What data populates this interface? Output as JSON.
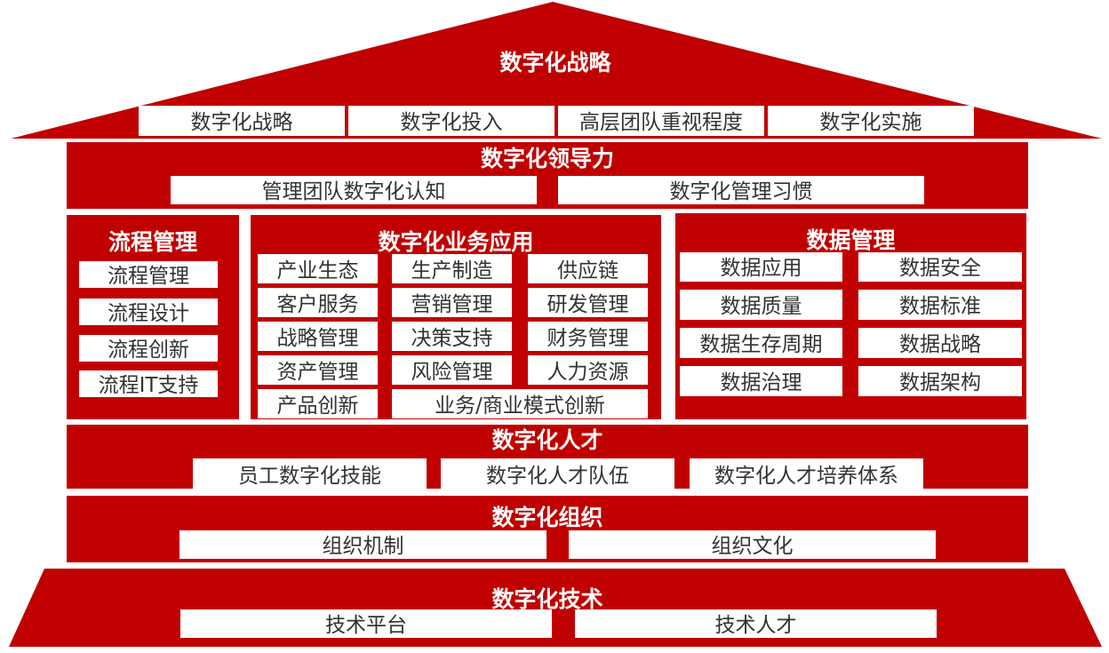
{
  "colors": {
    "primary": "#c00000",
    "box": "#ffffff",
    "text": "#333333"
  },
  "roof": {
    "title": "数字化战略",
    "items": [
      "数字化战略",
      "数字化投入",
      "高层团队重视程度",
      "数字化实施"
    ]
  },
  "leadership": {
    "title": "数字化领导力",
    "items": [
      "管理团队数字化认知",
      "数字化管理习惯"
    ]
  },
  "process": {
    "title": "流程管理",
    "items": [
      "流程管理",
      "流程设计",
      "流程创新",
      "流程IT支持"
    ]
  },
  "business": {
    "title": "数字化业务应用",
    "items": [
      "产业生态",
      "生产制造",
      "供应链",
      "客户服务",
      "营销管理",
      "研发管理",
      "战略管理",
      "决策支持",
      "财务管理",
      "资产管理",
      "风险管理",
      "人力资源",
      "产品创新",
      "业务/商业模式创新"
    ]
  },
  "data_mgmt": {
    "title": "数据管理",
    "items": [
      "数据应用",
      "数据安全",
      "数据质量",
      "数据标准",
      "数据生存周期",
      "数据战略",
      "数据治理",
      "数据架构"
    ]
  },
  "talent": {
    "title": "数字化人才",
    "items": [
      "员工数字化技能",
      "数字化人才队伍",
      "数字化人才培养体系"
    ]
  },
  "organization": {
    "title": "数字化组织",
    "items": [
      "组织机制",
      "组织文化"
    ]
  },
  "technology": {
    "title": "数字化技术",
    "items": [
      "技术平台",
      "技术人才"
    ]
  }
}
